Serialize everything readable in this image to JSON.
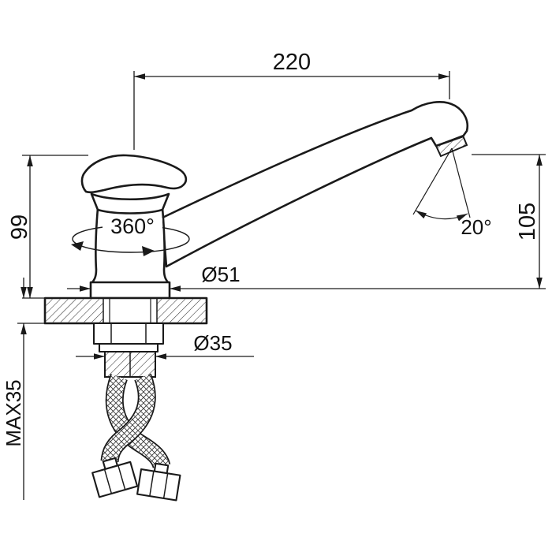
{
  "drawing": {
    "background": "#ffffff",
    "line_color": "#1a1a1a",
    "labels": {
      "spout_reach": "220",
      "body_height": "99",
      "spout_height": "105",
      "max_mounting_thickness": "MAX35",
      "swivel_angle": "360°",
      "outlet_angle": "20°",
      "base_diameter": "Ø51",
      "mounting_hole_diameter": "Ø35"
    }
  }
}
